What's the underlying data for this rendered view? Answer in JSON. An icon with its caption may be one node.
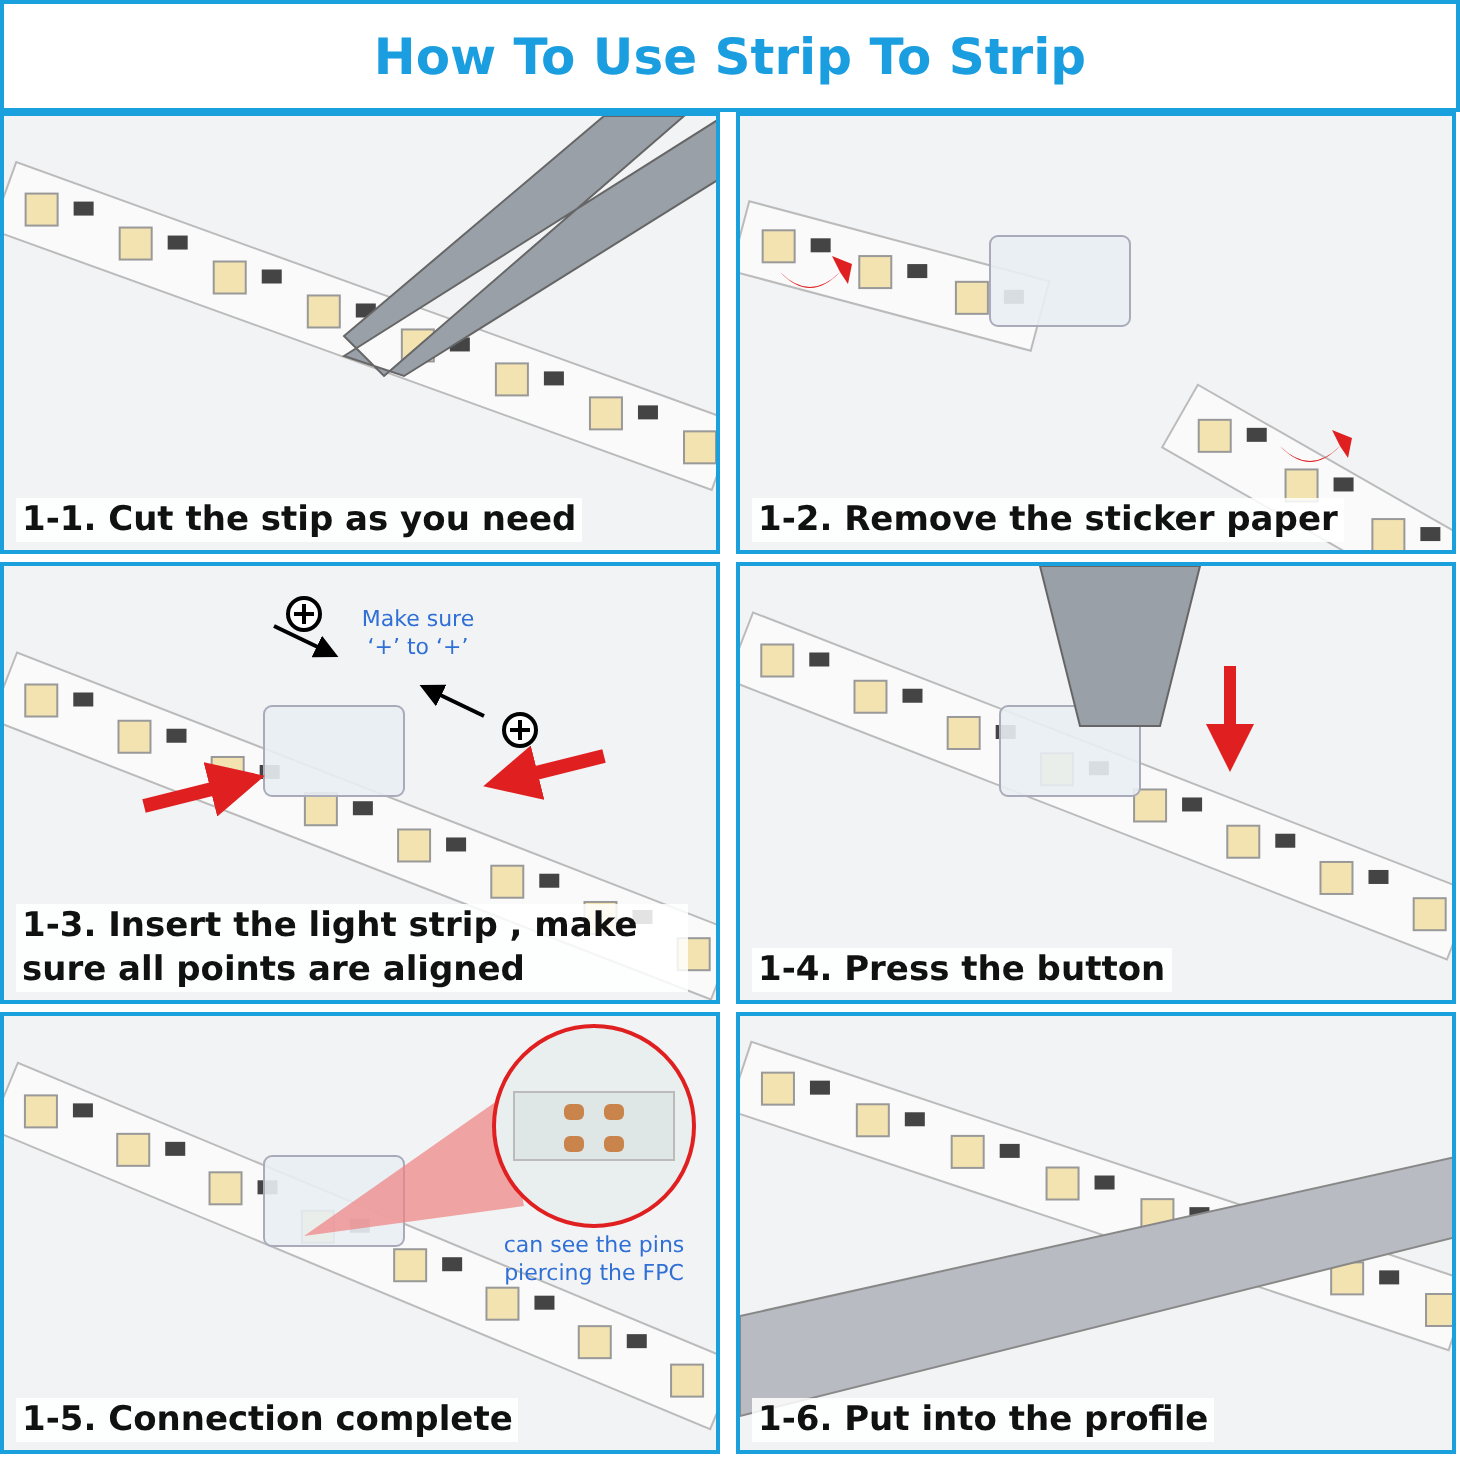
{
  "diagram": {
    "title": "How To Use Strip To Strip",
    "nodes": [
      {
        "text": [
          "1-1. Cut the stip as you need"
        ]
      },
      {
        "text": [
          "1-2. Remove the sticker paper"
        ]
      },
      {
        "text": [
          "1-3. Insert the light strip , make sure all points are aligned"
        ]
      },
      {
        "text": [
          "1-4. Press the button"
        ]
      },
      {
        "text": [
          "1-5. Connection complete"
        ]
      },
      {
        "text": [
          "1-6. Put into the profile"
        ]
      }
    ],
    "labels": [
      "Make sure ‘+’ to ‘+’",
      "can see the pins piercing the FPC"
    ]
  }
}
